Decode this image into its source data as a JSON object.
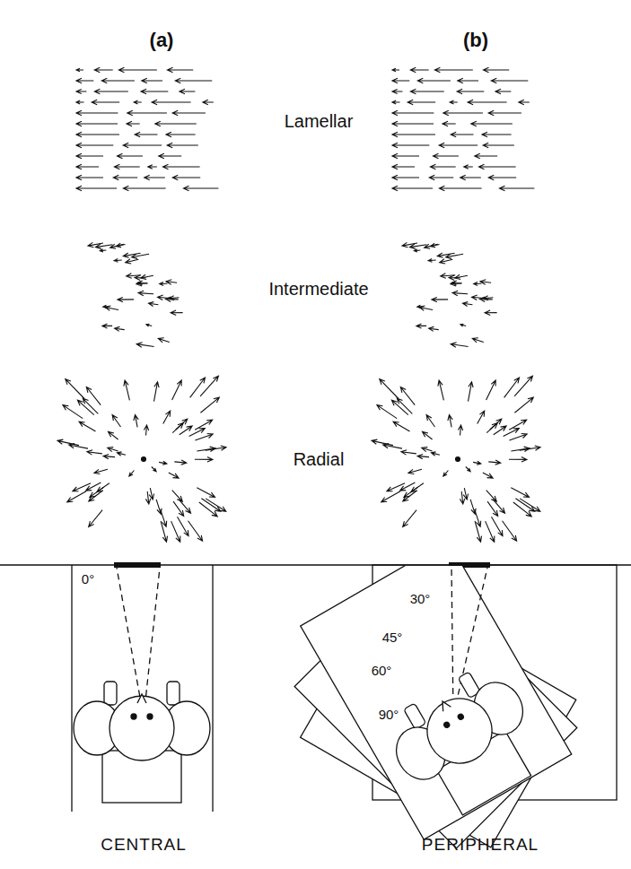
{
  "diagram": {
    "labels": [
      "(a)",
      "(b)",
      "Lamellar",
      "Intermediate",
      "Radial",
      "0°",
      "30°",
      "45°",
      "60°",
      "90°",
      "CENTRAL",
      "PERIPHERAL"
    ]
  }
}
